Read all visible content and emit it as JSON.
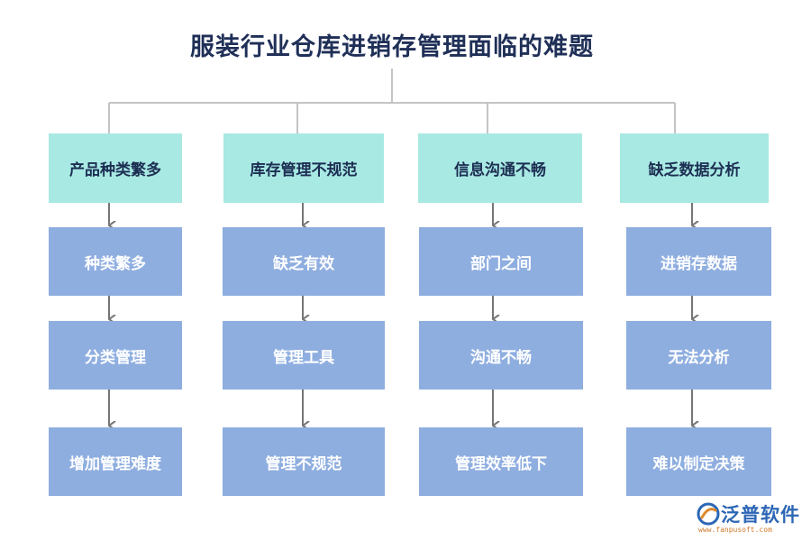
{
  "title": "服装行业仓库进销存管理面临的难题",
  "columns": [
    {
      "head": "产品种类繁多",
      "items": [
        "种类繁多",
        "分类管理",
        "增加管理难度"
      ]
    },
    {
      "head": "库存管理不规范",
      "items": [
        "缺乏有效",
        "管理工具",
        "管理不规范"
      ]
    },
    {
      "head": "信息沟通不畅",
      "items": [
        "部门之间",
        "沟通不畅",
        "管理效率低下"
      ]
    },
    {
      "head": "缺乏数据分析",
      "items": [
        "进销存数据",
        "无法分析",
        "难以制定决策"
      ]
    }
  ],
  "logo": {
    "name": "泛普软件",
    "url": "www.fanpusoft.com",
    "icon": "fanpu-logo-icon"
  },
  "colors": {
    "title": "#1f2f57",
    "head_fill": "#a8e9e3",
    "sub_fill": "#8faee0",
    "connector": "#c4c4c4",
    "arrow": "#767676"
  }
}
